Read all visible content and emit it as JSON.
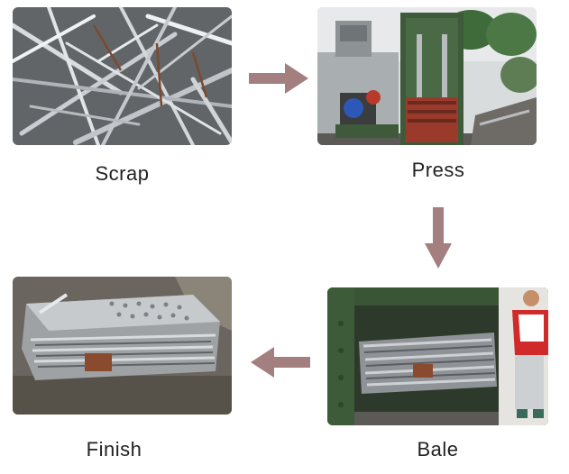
{
  "steps": {
    "scrap": {
      "label": "Scrap"
    },
    "press": {
      "label": "Press"
    },
    "bale": {
      "label": "Bale"
    },
    "finish": {
      "label": "Finish"
    }
  },
  "colors": {
    "arrow": "#a37f7f",
    "label": "#222222",
    "press_green": "#3f5a3b",
    "bale_green": "#44623f"
  },
  "icons": {
    "flow_right": "arrow-right-icon",
    "flow_down": "arrow-down-icon",
    "flow_left": "arrow-left-icon"
  }
}
